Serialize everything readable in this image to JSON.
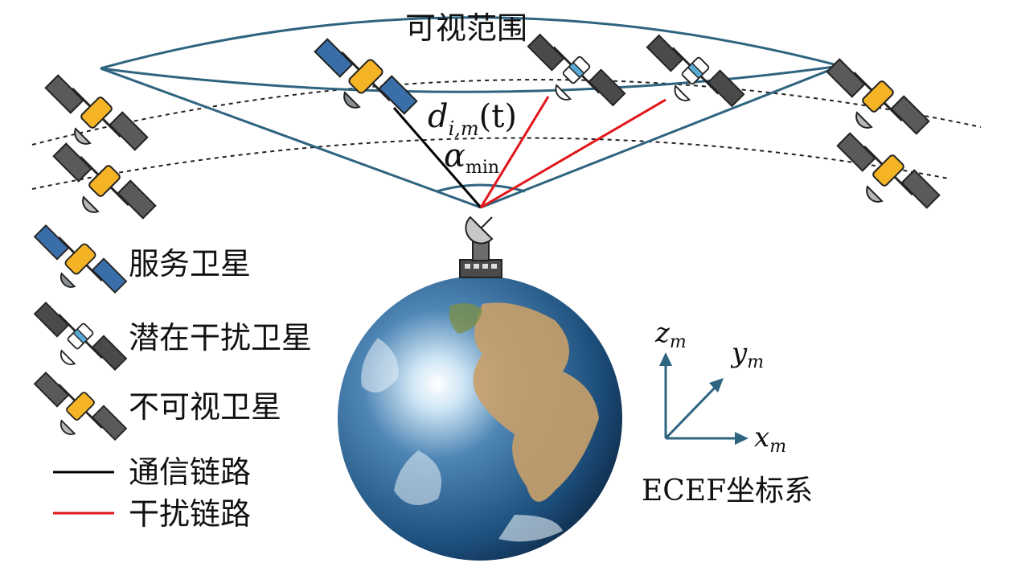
{
  "title": "可视范围",
  "labels": {
    "distance_var": "d",
    "distance_sub": "i,m",
    "distance_arg": "(t)",
    "angle_var": "α",
    "angle_sub": "min"
  },
  "legend": {
    "serving_satellite": "服务卫星",
    "potential_interference_satellite": "潜在干扰卫星",
    "invisible_satellite": "不可视卫星",
    "communication_link": "通信链路",
    "interference_link": "干扰链路"
  },
  "axes": {
    "z": "z",
    "y": "y",
    "x": "x",
    "sub": "m",
    "frame_label": "ECEF坐标系"
  },
  "colors": {
    "cone": "#2e6480",
    "communication_link": "#000000",
    "interference_link": "#e0161a",
    "axes": "#2e6480",
    "satellite_body": "#f5b326",
    "serving_panel": "#3a6ea8",
    "panel": "#555555"
  },
  "icons": [
    "satellite-icon",
    "ground-station-icon",
    "earth-icon"
  ]
}
